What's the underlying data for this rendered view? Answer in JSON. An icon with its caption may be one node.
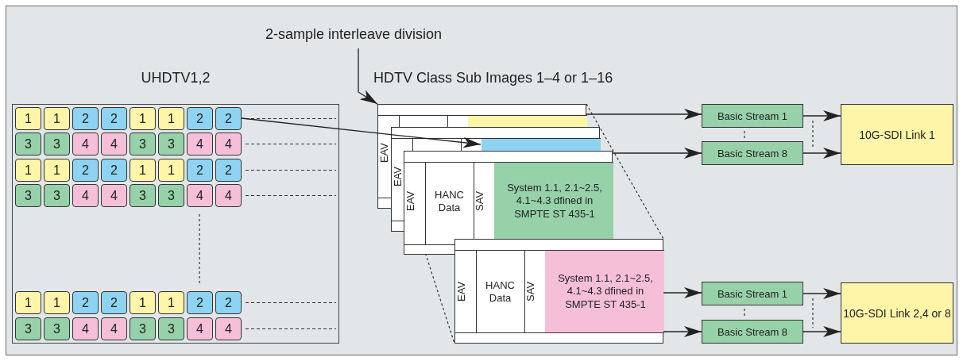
{
  "diagram": {
    "nodes": [
      {
        "text": [
          "2-sample interleave division"
        ]
      },
      {
        "text": [
          "UHDTV1,2"
        ]
      },
      {
        "text": [
          "1"
        ],
        "in": 1
      },
      {
        "text": [
          "1"
        ],
        "in": 1
      },
      {
        "text": [
          "2"
        ],
        "in": 1
      },
      {
        "text": [
          "2"
        ],
        "in": 1
      },
      {
        "text": [
          "1"
        ],
        "in": 1
      },
      {
        "text": [
          "1"
        ],
        "in": 1
      },
      {
        "text": [
          "2"
        ],
        "in": 1
      },
      {
        "text": [
          "2"
        ],
        "in": 1
      },
      {
        "text": [
          "3"
        ],
        "in": 1
      },
      {
        "text": [
          "3"
        ],
        "in": 1
      },
      {
        "text": [
          "4"
        ],
        "in": 1
      },
      {
        "text": [
          "4"
        ],
        "in": 1
      },
      {
        "text": [
          "3"
        ],
        "in": 1
      },
      {
        "text": [
          "3"
        ],
        "in": 1
      },
      {
        "text": [
          "4"
        ],
        "in": 1
      },
      {
        "text": [
          "4"
        ],
        "in": 1
      },
      {
        "text": [
          "1"
        ],
        "in": 1
      },
      {
        "text": [
          "1"
        ],
        "in": 1
      },
      {
        "text": [
          "2"
        ],
        "in": 1
      },
      {
        "text": [
          "2"
        ],
        "in": 1
      },
      {
        "text": [
          "1"
        ],
        "in": 1
      },
      {
        "text": [
          "1"
        ],
        "in": 1
      },
      {
        "text": [
          "2"
        ],
        "in": 1
      },
      {
        "text": [
          "2"
        ],
        "in": 1
      },
      {
        "text": [
          "3"
        ],
        "in": 1
      },
      {
        "text": [
          "3"
        ],
        "in": 1
      },
      {
        "text": [
          "4"
        ],
        "in": 1
      },
      {
        "text": [
          "4"
        ],
        "in": 1
      },
      {
        "text": [
          "3"
        ],
        "in": 1
      },
      {
        "text": [
          "3"
        ],
        "in": 1
      },
      {
        "text": [
          "4"
        ],
        "in": 1
      },
      {
        "text": [
          "4"
        ],
        "in": 1
      },
      {
        "text": [
          "1"
        ],
        "in": 1
      },
      {
        "text": [
          "1"
        ],
        "in": 1
      },
      {
        "text": [
          "2"
        ],
        "in": 1
      },
      {
        "text": [
          "2"
        ],
        "in": 1
      },
      {
        "text": [
          "1"
        ],
        "in": 1
      },
      {
        "text": [
          "1"
        ],
        "in": 1
      },
      {
        "text": [
          "2"
        ],
        "in": 1
      },
      {
        "text": [
          "2"
        ],
        "in": 1
      },
      {
        "text": [
          "3"
        ],
        "in": 1
      },
      {
        "text": [
          "3"
        ],
        "in": 1
      },
      {
        "text": [
          "4"
        ],
        "in": 1
      },
      {
        "text": [
          "4"
        ],
        "in": 1
      },
      {
        "text": [
          "3"
        ],
        "in": 1
      },
      {
        "text": [
          "3"
        ],
        "in": 1
      },
      {
        "text": [
          "4"
        ],
        "in": 1
      },
      {
        "text": [
          "4"
        ],
        "in": 1
      },
      {
        "text": [],
        "shape": "box"
      },
      {
        "text": [],
        "shape": "box",
        "in": 50
      },
      {
        "text": [],
        "shape": "box"
      },
      {
        "text": [],
        "shape": "box",
        "in": 52
      },
      {
        "text": [
          "EAV",
          "HANC Data",
          "SAV"
        ]
      },
      {
        "text": [
          "System 1.1, 2.1~2.5, 4.1~4.3 dfined in SMPTE ST 435-1"
        ],
        "in": 54
      },
      {
        "text": [
          "EAV",
          "HANC Data",
          "SAV"
        ]
      },
      {
        "text": [
          "System 1.1, 2.1~2.5, 4.1~4.3 dfined in SMPTE ST 435-1"
        ],
        "in": 56
      },
      {
        "text": [
          "Basic Stream 1"
        ]
      },
      {
        "text": [
          "Basic Stream 8"
        ]
      },
      {
        "text": [
          "10G-SDI Link 1"
        ]
      },
      {
        "text": [
          "Basic Stream 1"
        ]
      },
      {
        "text": [
          "Basic Stream 8"
        ]
      },
      {
        "text": [
          "10G-SDI Link 2,4 or 8"
        ]
      }
    ],
    "edges": [
      {
        "from": 0,
        "to": 50,
        "arrow": "to"
      },
      {
        "from": 9,
        "to": 53,
        "arrow": "to"
      },
      {
        "from": 50,
        "to": 58,
        "arrow": "to"
      },
      {
        "from": 54,
        "to": 59,
        "arrow": "to"
      },
      {
        "from": 57,
        "to": 61,
        "arrow": "to"
      },
      {
        "from": 56,
        "to": 62,
        "arrow": "to"
      },
      {
        "from": 58,
        "to": 60,
        "arrow": "to"
      },
      {
        "from": 59,
        "to": 60,
        "arrow": "to"
      },
      {
        "from": 61,
        "to": 63,
        "arrow": "to"
      },
      {
        "from": 62,
        "to": 63,
        "arrow": "to"
      }
    ],
    "labels": [
      "HDTV Class Sub Images 1–4 or 1–16",
      "EAV",
      "EAV"
    ]
  }
}
